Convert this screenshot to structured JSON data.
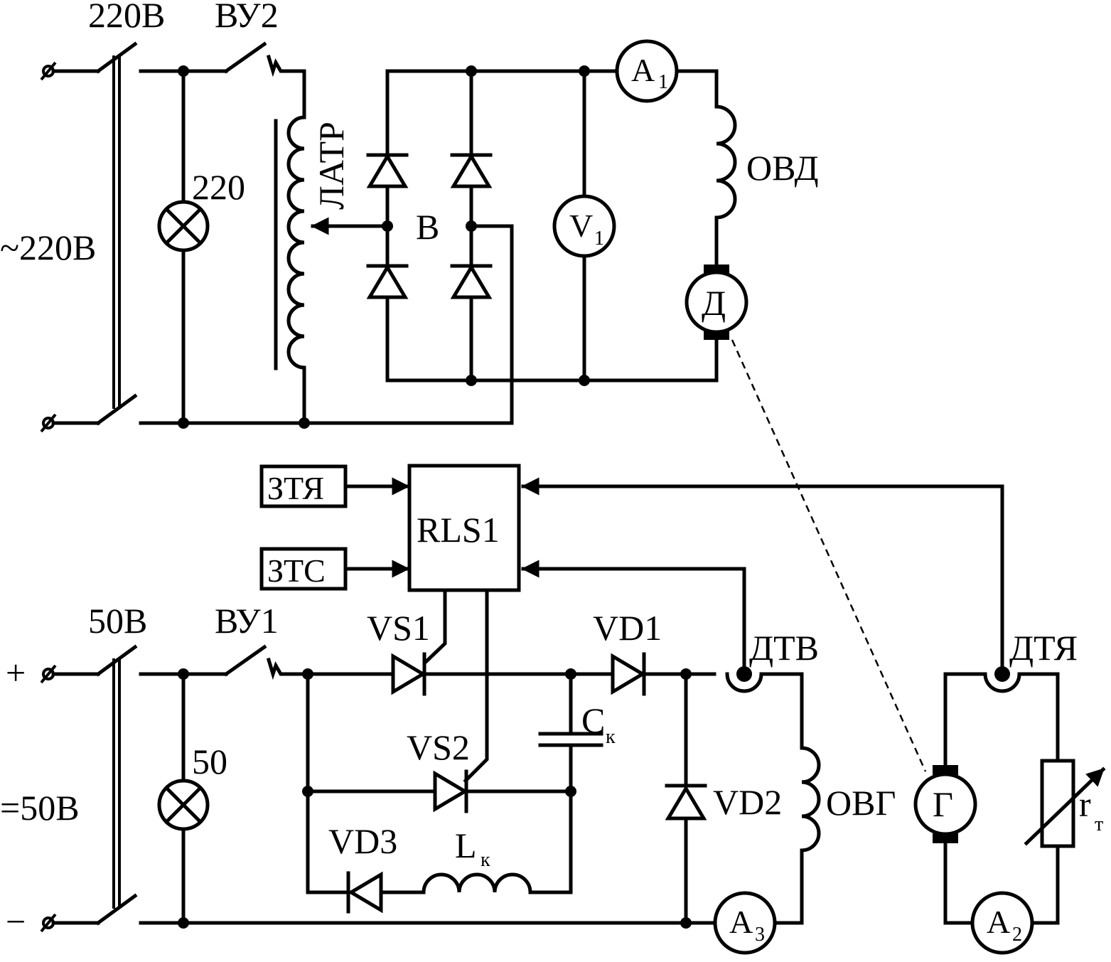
{
  "colors": {
    "line": "#000000",
    "background": "#ffffff"
  },
  "top": {
    "breaker_label": "220В",
    "switch_label": "ВУ2",
    "supply_label": "~220В",
    "lamp_label": "220",
    "autotransformer_label": "ЛАТР",
    "rectifier_label": "В",
    "ammeter_A1": {
      "main": "A",
      "sub": "1"
    },
    "voltmeter_V1": {
      "main": "V",
      "sub": "1"
    },
    "field_winding_label": "ОВД",
    "motor_label": "Д"
  },
  "bottom": {
    "breaker_label": "50В",
    "switch_label": "ВУ1",
    "supply_label": "=50В",
    "plus_label": "+",
    "minus_label": "−",
    "lamp_label": "50",
    "ztya_label": "ЗТЯ",
    "ztc_label": "ЗТС",
    "controller_label": "RLS1",
    "vs1_label": "VS1",
    "vs2_label": "VS2",
    "vd1_label": "VD1",
    "vd2_label": "VD2",
    "vd3_label": "VD3",
    "capacitor": {
      "main": "C",
      "sub": "к"
    },
    "inductor": {
      "main": "L",
      "sub": "к"
    },
    "field_current_sensor_label": "ДТВ",
    "armature_current_sensor_label": "ДТЯ",
    "generator_field_label": "ОВГ",
    "generator_label": "Г",
    "resistor": {
      "main": "r",
      "sub": "т"
    },
    "ammeter_A2": {
      "main": "A",
      "sub": "2"
    },
    "ammeter_A3": {
      "main": "A",
      "sub": "3"
    }
  }
}
